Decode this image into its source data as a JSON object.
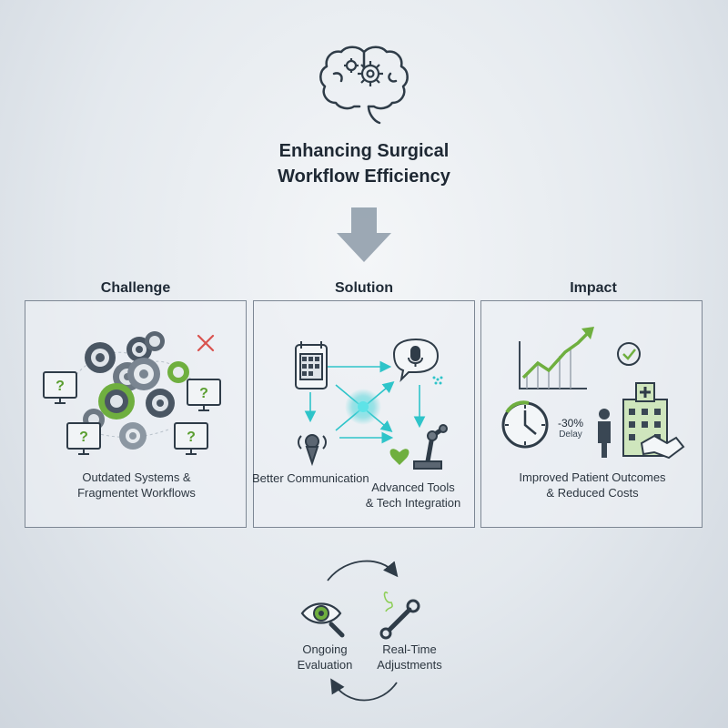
{
  "title": {
    "line1": "Enhancing Surgical",
    "line2": "Workflow Efficiency"
  },
  "sections": {
    "challenge": {
      "label": "Challenge",
      "caption_line1": "Outdated Systems &",
      "caption_line2": "Fragmentet Workflows"
    },
    "solution": {
      "label": "Solution",
      "left_caption": "Better Communication",
      "right_caption_line1": "Advanced Tools",
      "right_caption_line2": "& Tech Integration"
    },
    "impact": {
      "label": "Impact",
      "delay_value": "-30%",
      "delay_label": "Delay",
      "caption_line1": "Improved Patient Outcomes",
      "caption_line2": "& Reduced Costs"
    }
  },
  "cycle": {
    "left_line1": "Ongoing",
    "left_line2": "Evaluation",
    "right_line1": "Real-Time",
    "right_line2": "Adjustments"
  },
  "colors": {
    "accent_green": "#6fae3f",
    "accent_teal": "#2ec4c9",
    "dark": "#3a4754",
    "arrow": "#8797a8"
  }
}
